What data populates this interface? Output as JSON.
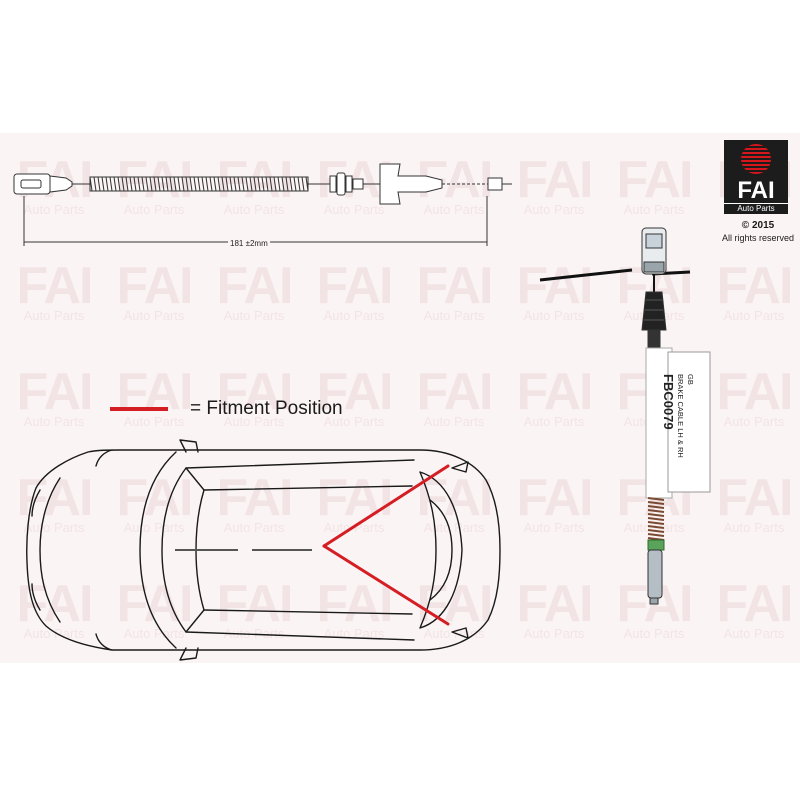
{
  "brand": {
    "logo_text": "FAI",
    "logo_subtext": "Auto Parts",
    "copyright": "© 2015",
    "rights": "All rights reserved",
    "accent_color": "#d5171c",
    "dark_color": "#1c1c1c"
  },
  "watermark": {
    "main": "FAI",
    "sub": "Auto Parts"
  },
  "cable_drawing": {
    "dimension_label": "181  ±2mm"
  },
  "legend": {
    "text": "= Fitment Position",
    "line_color": "#d51d24"
  },
  "product_tag": {
    "line1": "GB",
    "line2": "BRAKE CABLE LH & RH",
    "code": "FBC0079"
  }
}
